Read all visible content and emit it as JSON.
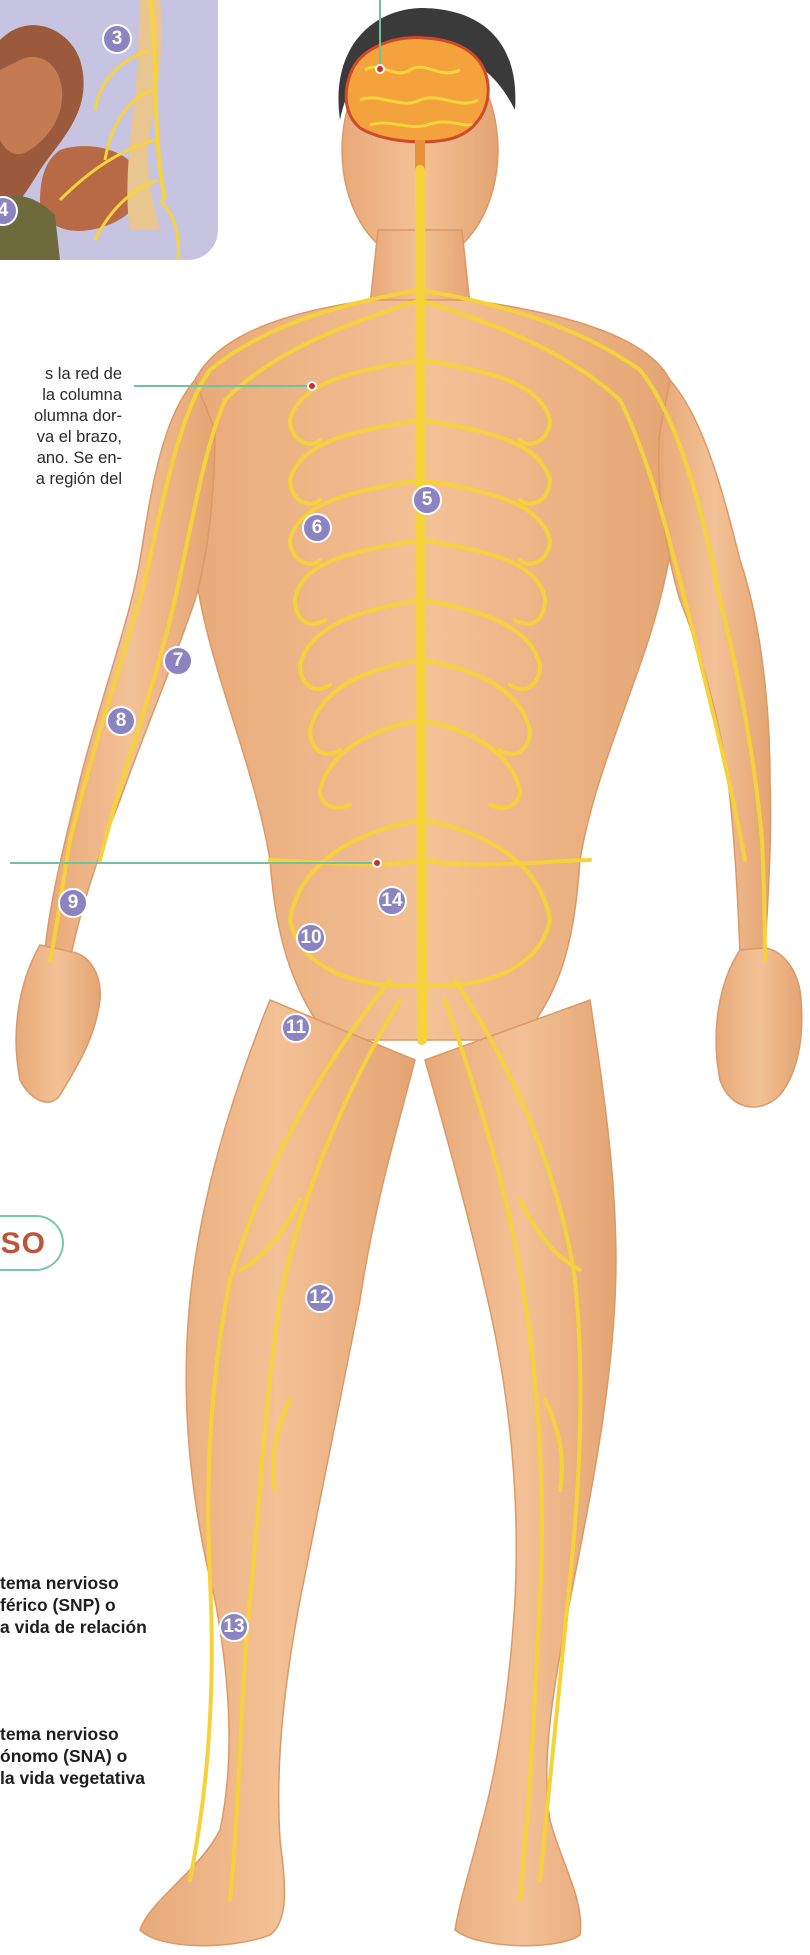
{
  "inset": {
    "badges": [
      "3",
      "4"
    ]
  },
  "labels": [
    "5",
    "6",
    "7",
    "8",
    "9",
    "10",
    "11",
    "12",
    "13",
    "14"
  ],
  "description_lines": [
    "s la red de",
    "la columna",
    "olumna dor-",
    "va el brazo,",
    "ano. Se en-",
    "a región del"
  ],
  "section_tab": "SO",
  "captions": {
    "snp": [
      "tema nervioso",
      "férico (SNP) o",
      "a vida de relación"
    ],
    "sna": [
      "tema nervioso",
      "ónomo (SNA) o",
      "la vida vegetativa"
    ]
  },
  "colors": {
    "skin": "#f0b98a",
    "nerve": "#f6d23a",
    "badge": "#8b84c1",
    "inset_bg": "#c7c4e1",
    "leader": "#6fc1a0",
    "accent_text": "#c0523a"
  }
}
